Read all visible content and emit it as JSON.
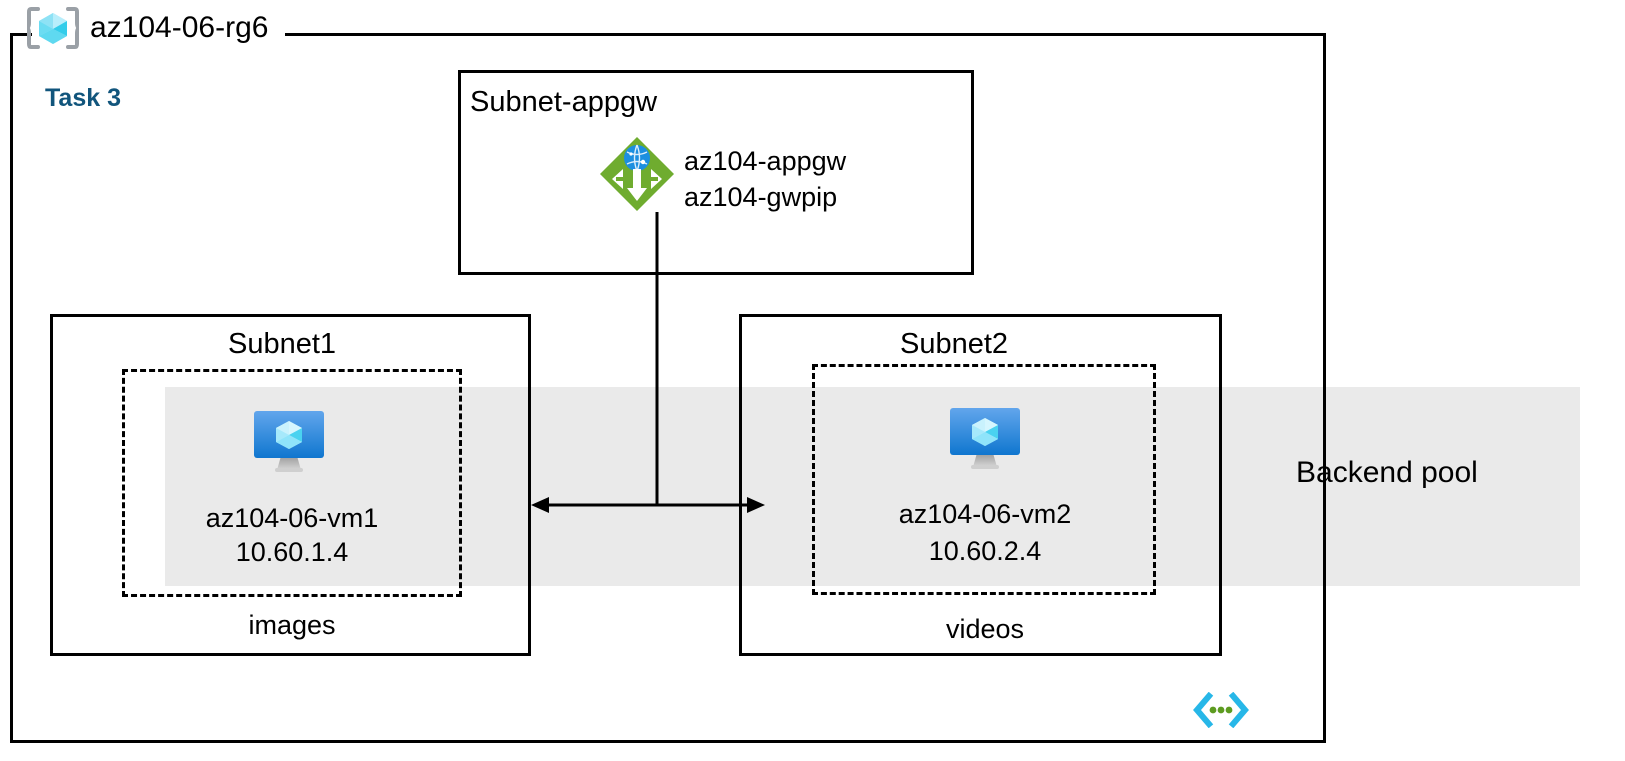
{
  "diagram": {
    "title": "az104-06-rg6",
    "task_label": "Task 3",
    "resource_group_icon": "azure-resource-group-icon",
    "code_marker_icon": "azure-code-brackets-icon"
  },
  "appgw_subnet": {
    "title": "Subnet-appgw",
    "icon": "application-gateway-icon",
    "gateway_name": "az104-appgw",
    "public_ip_name": "az104-gwpip"
  },
  "subnet1": {
    "title": "Subnet1",
    "vm_icon": "virtual-machine-icon",
    "vm_name": "az104-06-vm1",
    "vm_ip": "10.60.1.4",
    "caption": "images"
  },
  "subnet2": {
    "title": "Subnet2",
    "vm_icon": "virtual-machine-icon",
    "vm_name": "az104-06-vm2",
    "vm_ip": "10.60.2.4",
    "caption": "videos"
  },
  "backend_pool": {
    "label": "Backend pool"
  },
  "colors": {
    "task_blue": "#11557c",
    "backend_gray": "#eaeaea",
    "appgw_green": "#6fac2f",
    "appgw_globe_blue": "#1c8fe0",
    "vm_screen_blue": "#1277d4",
    "vm_cube_cyan": "#9fe6fb",
    "rg_cube_cyan": "#5ad6ef",
    "marker_cyan": "#27b7e8",
    "marker_green": "#5d9b20",
    "line_black": "#000000"
  }
}
